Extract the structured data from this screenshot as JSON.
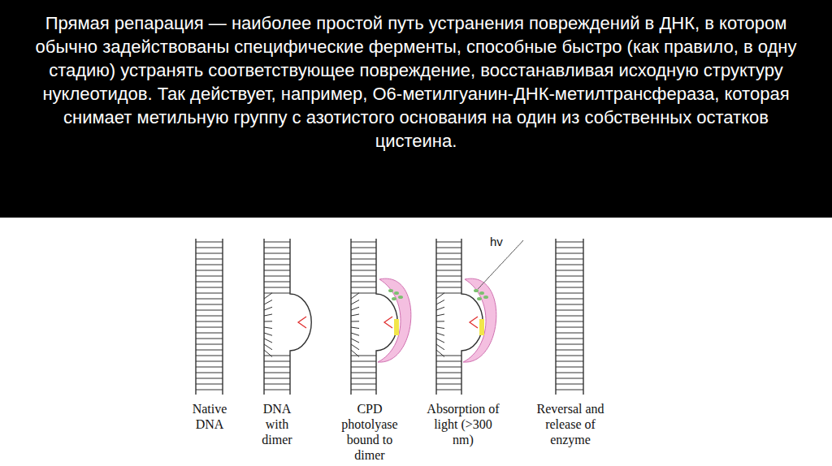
{
  "diagram": {
    "nodes": [
      {
        "text": [
          "Прямая репарация — наиболее простой путь устранения повреждений в ДНК, в котором обычно задействованы специфические ферменты, способные быстро (как правило, в одну стадию) устранять соответствующее повреждение, восстанавливая исходную структуру нуклеотидов. Так действует, например, О6-метилгуанин-ДНК-метилтрансфераза, которая снимает метильную группу с азотистого основания на один из собственных остатков цистеина."
        ]
      }
    ],
    "labels": [
      "hv",
      "Native DNA",
      "DNA with dimer",
      "CPD photolyase bound to dimer",
      "Absorption of light (>300 nm)",
      "Reversal and release of enzyme"
    ]
  }
}
